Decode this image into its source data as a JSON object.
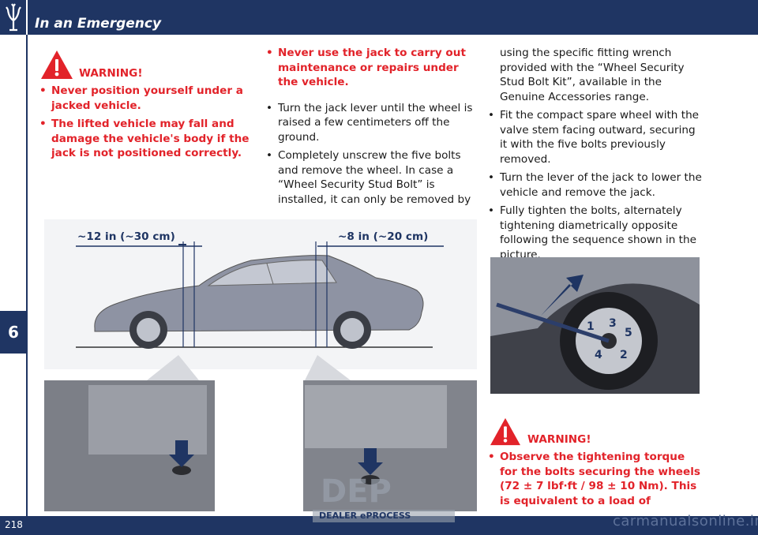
{
  "header": {
    "title": "In an Emergency"
  },
  "sidebar": {
    "chapter": "6"
  },
  "footer": {
    "page": "218",
    "watermark": "carmanualsonline.info",
    "dealer_logo": "DEALER ePROCESS"
  },
  "col1": {
    "warning_label": "WARNING!",
    "items": [
      "Never position yourself under a jacked vehicle.",
      "The lifted vehicle may fall and damage the vehicle's body if the jack is not positioned correctly."
    ]
  },
  "col2": {
    "items": [
      "Never use the jack to carry out maintenance or repairs under the vehicle.",
      "Turn the jack lever until the wheel is raised a few centimeters off the ground.",
      "Completely unscrew the five bolts and remove the wheel. In case a “Wheel Security Stud Bolt” is installed, it can only be removed by"
    ]
  },
  "col3": {
    "items": [
      "using the specific fitting wrench provided with the “Wheel Security Stud Bolt Kit”, available in the Genuine Accessories range.",
      "Fit the compact spare wheel with the valve stem facing outward, securing it with the five bolts previously removed.",
      "Turn the lever of the jack to lower the vehicle and remove the jack.",
      "Fully tighten the bolts, alternately tightening diametrically opposite following the sequence shown in the picture."
    ],
    "warning_label": "WARNING!",
    "warning_items": [
      "Observe the tightening torque for the bolts securing the wheels (72 ± 7 lbf·ft / 98 ± 10 Nm). This is equivalent to a load of"
    ]
  },
  "figure1": {
    "front_label": "~12 in (~30 cm)",
    "rear_label": "~8 in (~20 cm)"
  },
  "figure2": {
    "bolt_numbers": [
      "1",
      "3",
      "5",
      "4",
      "2"
    ]
  },
  "colors": {
    "header": "#1f3563",
    "warning": "#e2232a"
  }
}
